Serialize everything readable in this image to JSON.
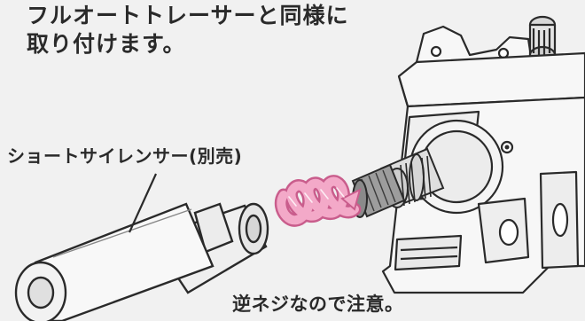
{
  "instructions": {
    "line1": "フルオートトレーサーと同様に",
    "line2": "取り付けます。"
  },
  "part_label": "ショートサイレンサー(別売)",
  "warning": "逆ネジなので注意。",
  "colors": {
    "background": "#f1f1f1",
    "line": "#2a2a2a",
    "arrow": "#e98cb0",
    "arrow_dark": "#c95d8c"
  }
}
